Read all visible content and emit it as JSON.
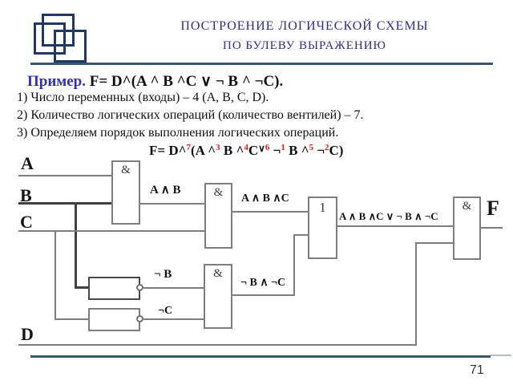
{
  "header": {
    "title_line1": "ПОСТРОЕНИЕ  ЛОГИЧЕСКОЙ  СХЕМЫ",
    "title_line2": "ПО БУЛЕВУ ВЫРАЖЕНИЮ"
  },
  "example": {
    "label": "Пример.",
    "formula": " F= D^(A ^ B ^C ∨ ¬ B ^ ¬C)."
  },
  "steps": {
    "s1": "1) Число переменных (входы) – 4 (A, B, C, D).",
    "s2": "2) Количество логических операций (количество вентилей) – 7.",
    "s3": "3) Определяем порядок выполнения логических операций."
  },
  "order_formula": {
    "b1": "F= D^",
    "s1": "7",
    "b2": "(A ^",
    "s2": "3",
    "b3": " B ^",
    "s3": "4",
    "b4": "C",
    "vee": "∨",
    "s4": "6",
    "b5": " ¬",
    "s5": "1",
    "b6": " B ^",
    "s6": "5",
    "b7": " ¬",
    "s7": "2",
    "b8": "C)"
  },
  "circuit": {
    "inputs": {
      "a": "A",
      "b": "B",
      "c": "C",
      "d": "D"
    },
    "output": "F",
    "gate_symbols": {
      "and": "&",
      "or": "1"
    },
    "wire_labels": {
      "ab": "A ∧ B",
      "abc": "A ∧ B ∧C",
      "or_out": "A ∧ B ∧C ∨ ¬ B ∧ ¬C",
      "not_b": "¬ B",
      "not_c": "¬C",
      "nb_nc": "¬ B ∧ ¬C"
    }
  },
  "footer": {
    "page_number": "71"
  },
  "colors": {
    "title_blue": "#2d2e87",
    "primer_blue": "#3333b2",
    "rule_blue": "#3a5578",
    "logo_navy": "#1f3864",
    "superscript_red": "#e01b1b"
  }
}
